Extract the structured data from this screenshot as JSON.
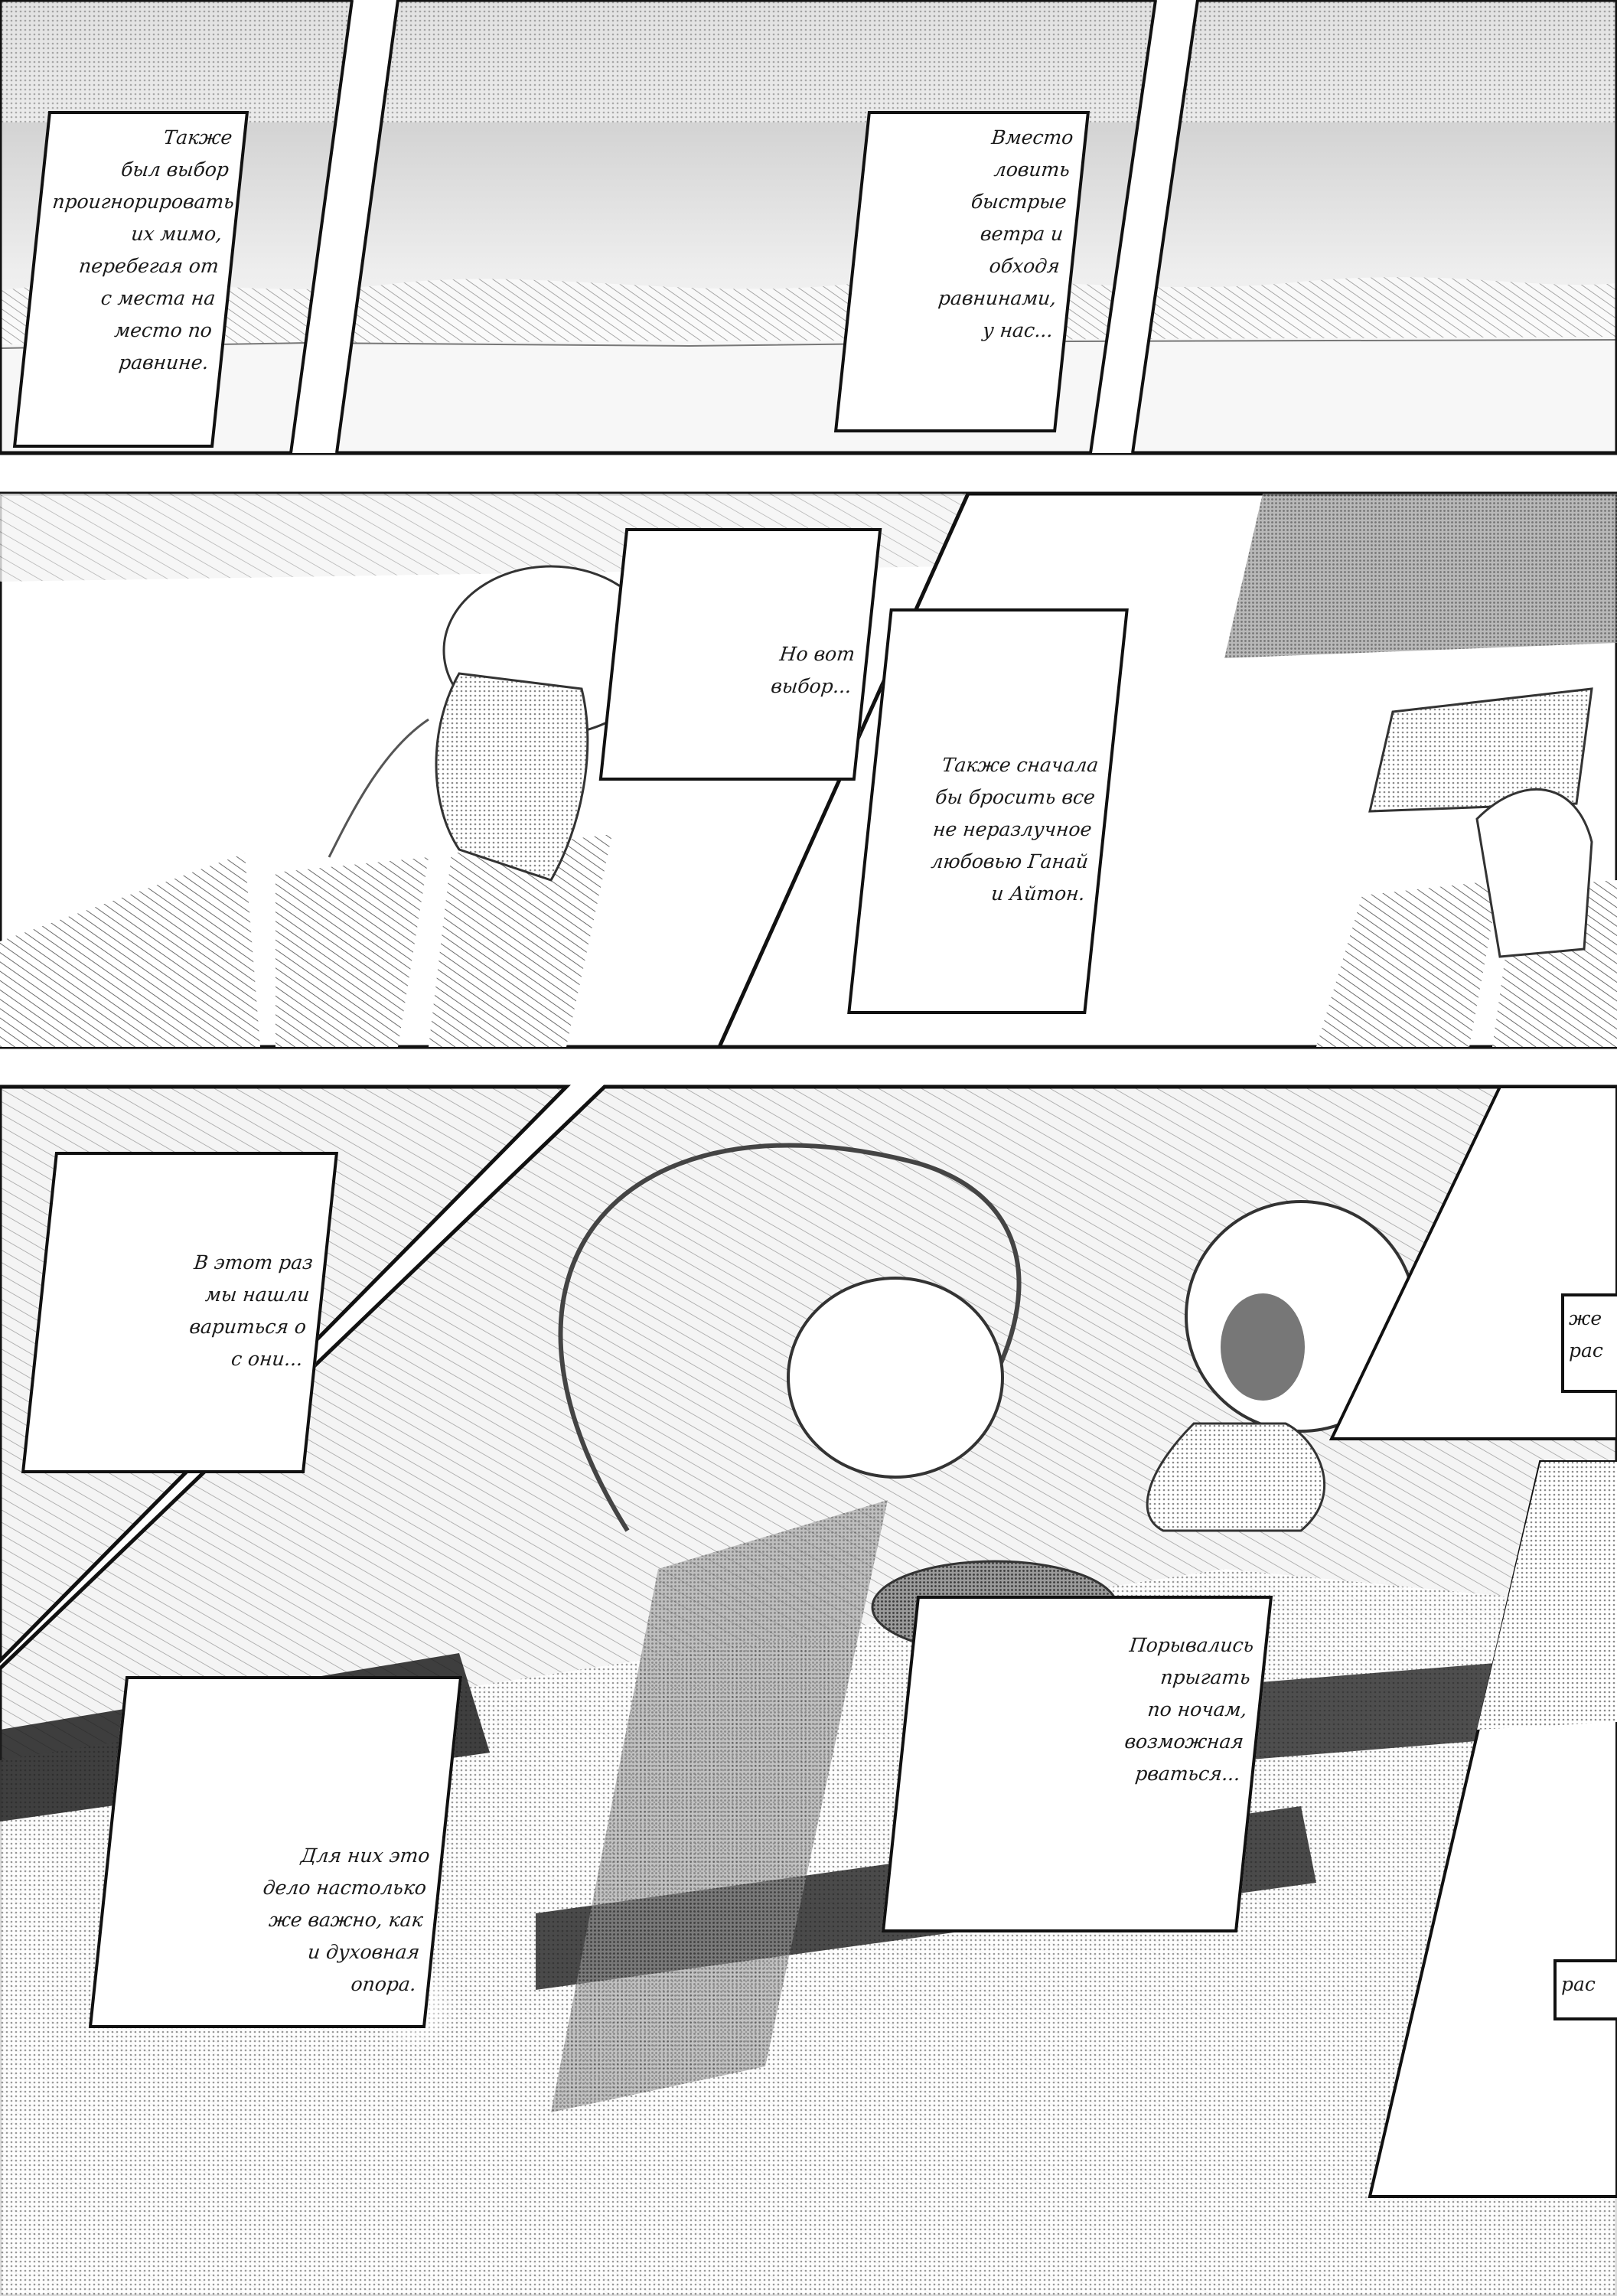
{
  "page": {
    "style": "black-and-white manga page, screentone art",
    "background": "#ffffff",
    "ink": "#111111"
  },
  "captions": {
    "c1": [
      "Также",
      "был выбор",
      "проигнорировать",
      "их мимо,",
      "перебегая от",
      "с места на",
      "место по",
      "равнине."
    ],
    "c2": [
      "Вместо",
      "ловить",
      "быстрые",
      "ветра и",
      "обходя",
      "равнинами,",
      "у нас..."
    ],
    "c3": [
      "Но вот",
      "выбор..."
    ],
    "c4": [
      "Также сначала",
      "бы бросить все",
      "не неразлучное",
      "любовью Ганай",
      "и Айтон."
    ],
    "c5": [
      "В этот раз",
      "мы нашли",
      "вариться о",
      "с они..."
    ],
    "c6": [
      "Для них это",
      "дело настолько",
      "же важно, как",
      "и духовная",
      "опора."
    ],
    "c7": [
      "Порывались",
      "прыгать",
      "по ночам,",
      "возможная",
      "рваться..."
    ],
    "c8": [
      "же",
      "рас"
    ],
    "c9": [
      "рас"
    ]
  }
}
